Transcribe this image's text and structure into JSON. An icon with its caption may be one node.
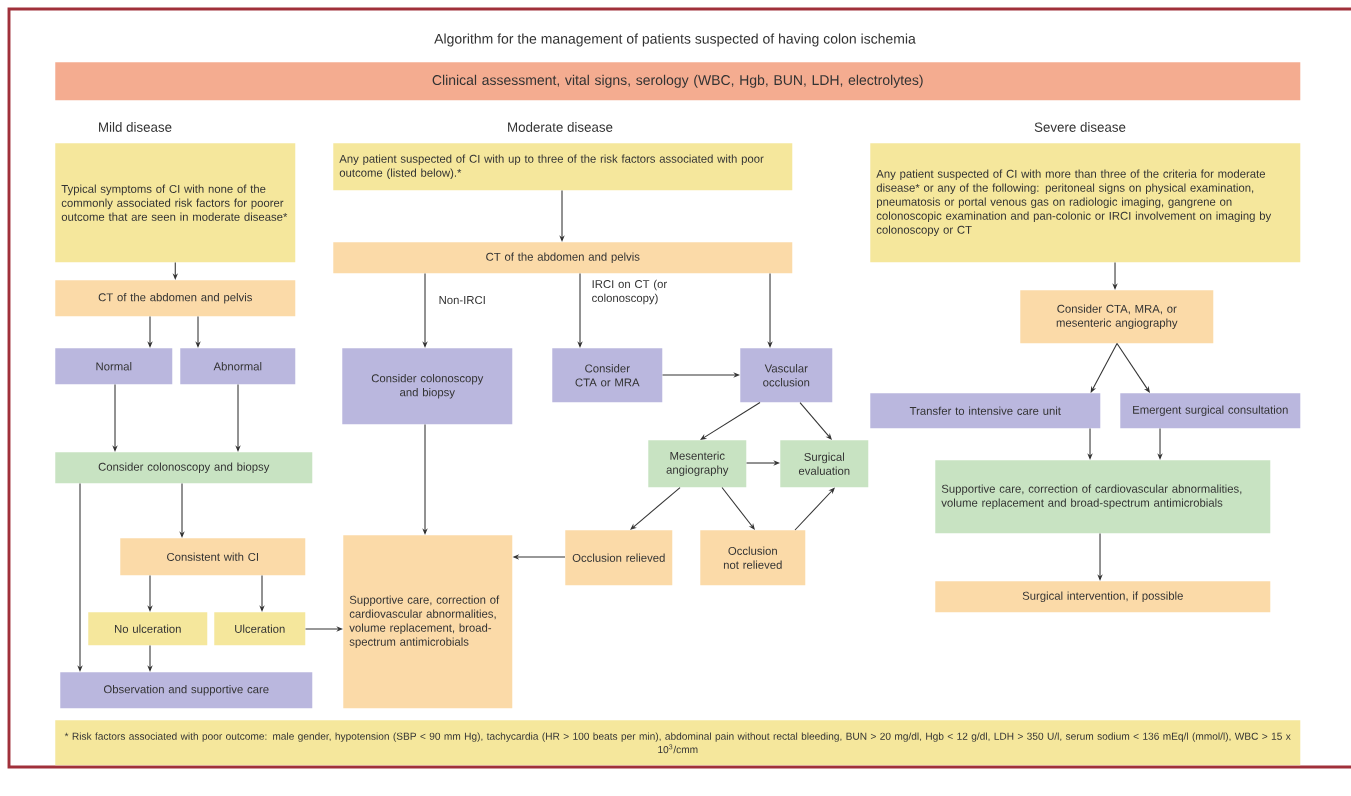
{
  "diagram": {
    "title": "Algorithm for the management of patients suspected of having colon ischemia",
    "nodes": [
      {
        "text": [
          "Clinical assessment, vital signs, serology (WBC, Hgb, BUN, LDH, electrolytes)"
        ]
      },
      {
        "text": [
          "Typical symptoms of CI with none of the commonly associated risk factors for poorer outcome that are seen in moderate disease*"
        ]
      },
      {
        "text": [
          "CT of the abdomen and pelvis"
        ]
      },
      {
        "text": [
          "Normal"
        ]
      },
      {
        "text": [
          "Abnormal"
        ]
      },
      {
        "text": [
          "Consider colonoscopy and biopsy"
        ]
      },
      {
        "text": [
          "Consistent with CI"
        ]
      },
      {
        "text": [
          "No ulceration"
        ]
      },
      {
        "text": [
          "Ulceration"
        ]
      },
      {
        "text": [
          "Observation and supportive care"
        ]
      },
      {
        "text": [
          "Any patient suspected of CI with up to three of the risk factors associated with poor outcome (listed below).*"
        ]
      },
      {
        "text": [
          "CT of the abdomen and pelvis"
        ]
      },
      {
        "text": [
          "Consider colonoscopy and biopsy"
        ]
      },
      {
        "text": [
          "Consider CTA or MRA"
        ]
      },
      {
        "text": [
          "Vascular occlusion"
        ]
      },
      {
        "text": [
          "Mesenteric angiography"
        ]
      },
      {
        "text": [
          "Surgical evaluation"
        ]
      },
      {
        "text": [
          "Supportive care, correction of cardiovascular abnormalities, volume replacement, broad-spectrum antimicrobials"
        ]
      },
      {
        "text": [
          "Occlusion relieved"
        ]
      },
      {
        "text": [
          "Occlusion not relieved"
        ]
      },
      {
        "text": [
          "Any patient suspected of CI with more than three of the criteria for moderate disease* or any of the following: peritoneal signs on physical examination, pneumatosis or portal venous gas on radiologic imaging, gangrene on colonoscopic examination and pan-colonic or IRCI involvement on imaging by colonoscopy or CT"
        ]
      },
      {
        "text": [
          "Consider CTA, MRA, or mesenteric angiography"
        ]
      },
      {
        "text": [
          "Transfer to intensive care unit"
        ]
      },
      {
        "text": [
          "Emergent surgical consultation"
        ]
      },
      {
        "text": [
          "Supportive care, correction of cardiovascular abnormalities, volume replacement and broad-spectrum antimicrobials"
        ]
      },
      {
        "text": [
          "Surgical intervention, if possible"
        ]
      },
      {
        "text": [
          "* Risk factors associated with poor outcome: male gender, hypotension (SBP < 90 mm Hg), tachycardia (HR > 100 beats per min), abdominal pain without rectal bleeding, BUN > 20 mg/dl, Hgb < 12 g/dl, LDH > 350 U/l, serum sodium < 136 mEq/l (mmol/l), WBC > 15 x 10$^{3}$/cmm"
        ]
      }
    ],
    "edges": [
      {
        "from": 1,
        "to": 2,
        "arrow": "to"
      },
      {
        "from": 2,
        "to": 3,
        "arrow": "to"
      },
      {
        "from": 2,
        "to": 4,
        "arrow": "to"
      },
      {
        "from": 3,
        "to": 5,
        "arrow": "to"
      },
      {
        "from": 4,
        "to": 5,
        "arrow": "to"
      },
      {
        "from": 5,
        "to": 9,
        "arrow": "to"
      },
      {
        "from": 5,
        "to": 6,
        "arrow": "to"
      },
      {
        "from": 6,
        "to": 7,
        "arrow": "to"
      },
      {
        "from": 6,
        "to": 8,
        "arrow": "to"
      },
      {
        "from": 7,
        "to": 9,
        "arrow": "to"
      },
      {
        "from": 8,
        "to": 17,
        "arrow": "to"
      },
      {
        "from": 10,
        "to": 11,
        "arrow": "to"
      },
      {
        "from": 11,
        "to": 12,
        "arrow": "to",
        "label": "Non-IRCI"
      },
      {
        "from": 11,
        "to": 13,
        "arrow": "to",
        "label": "IRCI on CT (or colonoscopy)"
      },
      {
        "from": 11,
        "to": 14,
        "arrow": "to"
      },
      {
        "from": 13,
        "to": 14,
        "arrow": "to"
      },
      {
        "from": 14,
        "to": 15,
        "arrow": "to"
      },
      {
        "from": 14,
        "to": 16,
        "arrow": "to"
      },
      {
        "from": 15,
        "to": 16,
        "arrow": "to"
      },
      {
        "from": 15,
        "to": 18,
        "arrow": "to"
      },
      {
        "from": 15,
        "to": 19,
        "arrow": "to"
      },
      {
        "from": 19,
        "to": 16,
        "arrow": "to"
      },
      {
        "from": 18,
        "to": 17,
        "arrow": "to"
      },
      {
        "from": 12,
        "to": 17,
        "arrow": "to"
      },
      {
        "from": 20,
        "to": 21,
        "arrow": "to"
      },
      {
        "from": 21,
        "to": 22,
        "arrow": "to"
      },
      {
        "from": 21,
        "to": 23,
        "arrow": "to"
      },
      {
        "from": 22,
        "to": 24,
        "arrow": "to"
      },
      {
        "from": 23,
        "to": 24,
        "arrow": "to"
      },
      {
        "from": 24,
        "to": 25,
        "arrow": "to"
      }
    ],
    "labels": [
      "Mild disease",
      "Moderate disease",
      "Severe disease"
    ]
  }
}
